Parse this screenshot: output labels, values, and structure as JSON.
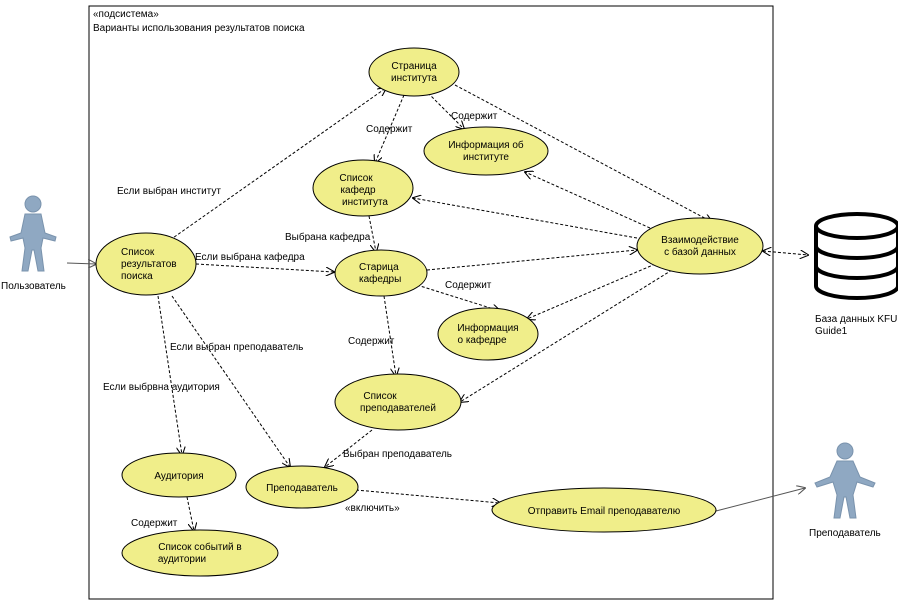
{
  "system": {
    "stereotype": "«подсистема»",
    "title": "Варианты использования результатов поиска"
  },
  "colors": {
    "usecase_fill": "#f0ee8a",
    "usecase_stroke": "#000000",
    "actor_fill": "#8fa8c2",
    "line": "#000000"
  },
  "actors": [
    {
      "id": "user",
      "label": "Пользователь",
      "icon": "stick-figure-icon"
    },
    {
      "id": "teacher",
      "label": "Преподаватель",
      "icon": "stick-figure-icon"
    }
  ],
  "database": {
    "label_line1": "База данных KFU",
    "label_line2": "Guide1",
    "icon": "database-icon"
  },
  "usecases": [
    {
      "id": "institute-page",
      "lines": [
        "Страница",
        "института"
      ]
    },
    {
      "id": "institute-info",
      "lines": [
        "Информация об",
        "институте"
      ]
    },
    {
      "id": "dept-list",
      "lines": [
        "Список",
        "кафедр",
        "института"
      ]
    },
    {
      "id": "db-interaction",
      "lines": [
        "Взаимодействие",
        "с базой данных"
      ]
    },
    {
      "id": "search-results",
      "lines": [
        "Список",
        "результатов",
        "поиска"
      ]
    },
    {
      "id": "dept-page",
      "lines": [
        "Старица",
        "кафедры"
      ]
    },
    {
      "id": "dept-info",
      "lines": [
        "Информация",
        "о кафедре"
      ]
    },
    {
      "id": "teacher-list",
      "lines": [
        "Список",
        "преподавателей"
      ]
    },
    {
      "id": "auditorium",
      "lines": [
        "Аудитория"
      ]
    },
    {
      "id": "teacher-uc",
      "lines": [
        "Преподаватель"
      ]
    },
    {
      "id": "send-email",
      "lines": [
        "Отправить Email преподавателю"
      ]
    },
    {
      "id": "auditorium-events",
      "lines": [
        "Список событий в",
        "аудитории"
      ]
    }
  ],
  "edge_labels": {
    "if_institute": "Если выбран институт",
    "contains_1": "Содержит",
    "contains_2": "Содержит",
    "chosen_dept": "Выбрана кафедра",
    "if_dept": "Если выбрана кафедра",
    "contains_3": "Содержит",
    "if_teacher": "Если выбран преподаватель",
    "contains_4": "Содержит",
    "if_auditorium": "Если выбрвна аудитория",
    "chosen_teacher": "Выбран преподаватель",
    "include": "«включить»",
    "contains_5": "Содержит"
  }
}
